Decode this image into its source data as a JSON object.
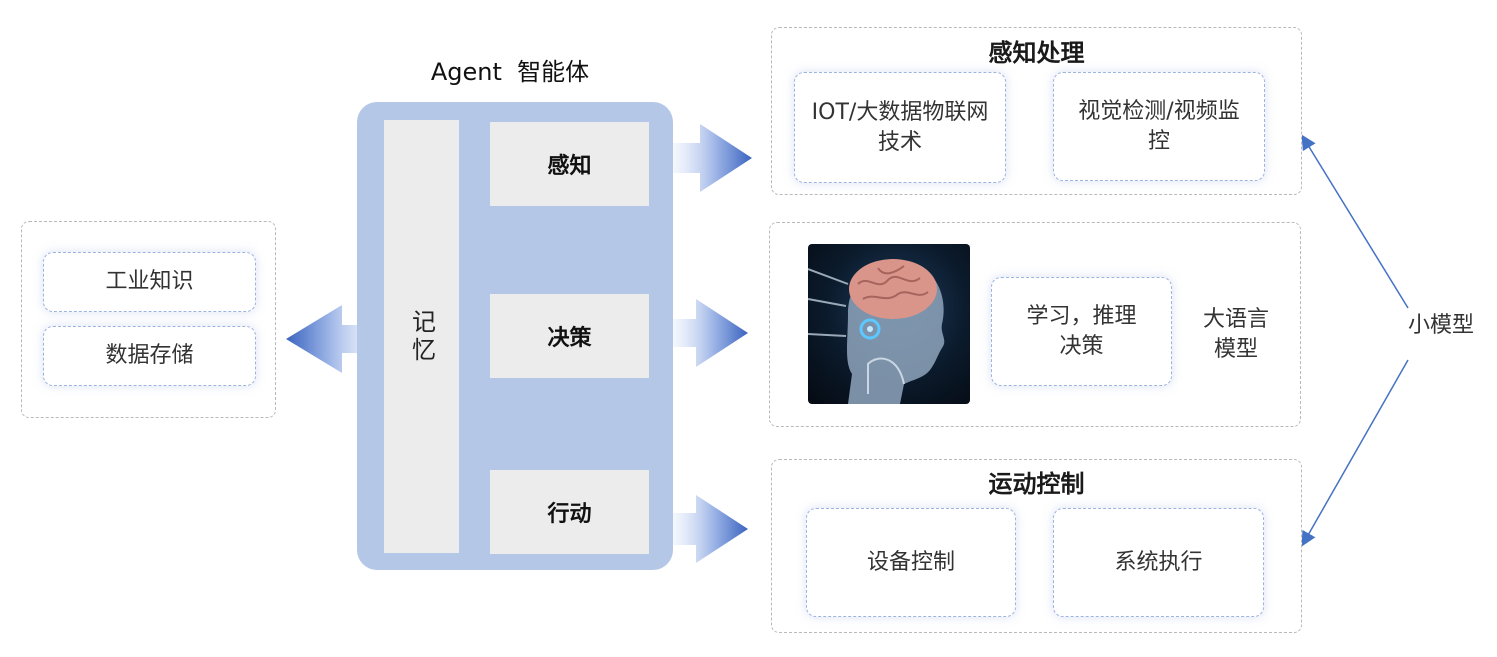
{
  "agent": {
    "title": "Agent  智能体",
    "memory_label": "记忆",
    "stages": [
      "感知",
      "决策",
      "行动"
    ]
  },
  "knowledge": {
    "items": [
      "工业知识",
      "数据存储"
    ]
  },
  "perception": {
    "title": "感知处理",
    "items": [
      "IOT/大数据物联网技术",
      "视觉检测/视频监控"
    ]
  },
  "decision": {
    "image_subject": "robot-head-brain",
    "box_text": "学习，推理决策",
    "model_label": "大语言模型"
  },
  "motion": {
    "title": "运动控制",
    "items": [
      "设备控制",
      "系统执行"
    ]
  },
  "small_model": {
    "label": "小模型"
  },
  "colors": {
    "panel": "#b4c7e7",
    "arrow": "#4a72c6",
    "connector": "#4472c4"
  }
}
